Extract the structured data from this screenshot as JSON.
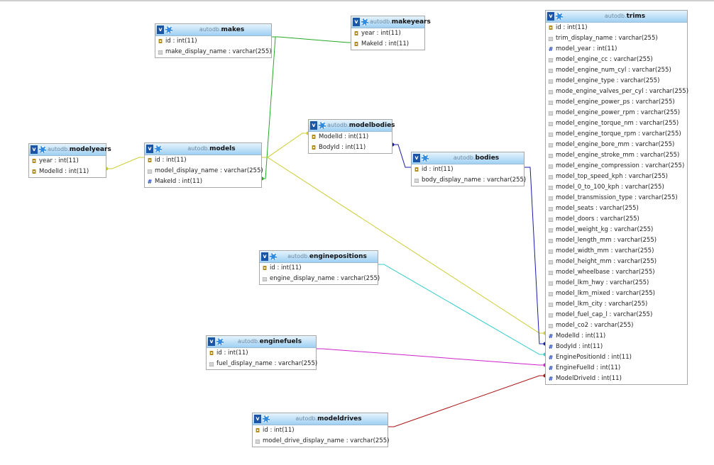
{
  "database": "autodb",
  "icons": {
    "toggle": "v",
    "gear": "gear-icon",
    "primary": "key-icon",
    "column": "column-icon",
    "foreign": "hash-icon"
  },
  "tables": {
    "makes": {
      "name": "makes",
      "rows": [
        {
          "text": "id : int(11)",
          "kind": "key"
        },
        {
          "text": "make_display_name : varchar(255)",
          "kind": "col"
        }
      ]
    },
    "makeyears": {
      "name": "makeyears",
      "rows": [
        {
          "text": "year : int(11)",
          "kind": "key"
        },
        {
          "text": "MakeId : int(11)",
          "kind": "key"
        }
      ]
    },
    "modelyears": {
      "name": "modelyears",
      "rows": [
        {
          "text": "year : int(11)",
          "kind": "key"
        },
        {
          "text": "ModelId : int(11)",
          "kind": "key"
        }
      ]
    },
    "models": {
      "name": "models",
      "rows": [
        {
          "text": "id : int(11)",
          "kind": "key"
        },
        {
          "text": "model_display_name : varchar(255)",
          "kind": "col"
        },
        {
          "text": "MakeId : int(11)",
          "kind": "fk"
        }
      ]
    },
    "modelbodies": {
      "name": "modelbodies",
      "rows": [
        {
          "text": "ModelId : int(11)",
          "kind": "key"
        },
        {
          "text": "BodyId : int(11)",
          "kind": "key"
        }
      ]
    },
    "bodies": {
      "name": "bodies",
      "rows": [
        {
          "text": "id : int(11)",
          "kind": "key"
        },
        {
          "text": "body_display_name : varchar(255)",
          "kind": "col"
        }
      ]
    },
    "enginepositions": {
      "name": "enginepositions",
      "rows": [
        {
          "text": "id : int(11)",
          "kind": "key"
        },
        {
          "text": "engine_display_name : varchar(255)",
          "kind": "col"
        }
      ]
    },
    "enginefuels": {
      "name": "enginefuels",
      "rows": [
        {
          "text": "id : int(11)",
          "kind": "key"
        },
        {
          "text": "fuel_display_name : varchar(255)",
          "kind": "col"
        }
      ]
    },
    "modeldrives": {
      "name": "modeldrives",
      "rows": [
        {
          "text": "id : int(11)",
          "kind": "key"
        },
        {
          "text": "model_drive_display_name : varchar(255)",
          "kind": "col"
        }
      ]
    },
    "trims": {
      "name": "trims",
      "rows": [
        {
          "text": "id : int(11)",
          "kind": "key"
        },
        {
          "text": "trim_display_name : varchar(255)",
          "kind": "col"
        },
        {
          "text": "model_year : int(11)",
          "kind": "fk"
        },
        {
          "text": "model_engine_cc : varchar(255)",
          "kind": "col"
        },
        {
          "text": "model_engine_num_cyl : varchar(255)",
          "kind": "col"
        },
        {
          "text": "model_engine_type : varchar(255)",
          "kind": "col"
        },
        {
          "text": "mode_engine_valves_per_cyl : varchar(255)",
          "kind": "col"
        },
        {
          "text": "model_engine_power_ps : varchar(255)",
          "kind": "col"
        },
        {
          "text": "model_engine_power_rpm : varchar(255)",
          "kind": "col"
        },
        {
          "text": "model_engine_torque_nm : varchar(255)",
          "kind": "col"
        },
        {
          "text": "model_engine_torque_rpm : varchar(255)",
          "kind": "col"
        },
        {
          "text": "model_engine_bore_mm : varchar(255)",
          "kind": "col"
        },
        {
          "text": "model_engine_stroke_mm : varchar(255)",
          "kind": "col"
        },
        {
          "text": "model_engine_compression : varchar(255)",
          "kind": "col"
        },
        {
          "text": "model_top_speed_kph : varchar(255)",
          "kind": "col"
        },
        {
          "text": "model_0_to_100_kph : varchar(255)",
          "kind": "col"
        },
        {
          "text": "model_transmission_type : varchar(255)",
          "kind": "col"
        },
        {
          "text": "model_seats : varchar(255)",
          "kind": "col"
        },
        {
          "text": "model_doors : varchar(255)",
          "kind": "col"
        },
        {
          "text": "model_weight_kg : varchar(255)",
          "kind": "col"
        },
        {
          "text": "model_length_mm : varchar(255)",
          "kind": "col"
        },
        {
          "text": "model_width_mm : varchar(255)",
          "kind": "col"
        },
        {
          "text": "model_height_mm : varchar(255)",
          "kind": "col"
        },
        {
          "text": "model_wheelbase : varchar(255)",
          "kind": "col"
        },
        {
          "text": "model_lkm_hwy : varchar(255)",
          "kind": "col"
        },
        {
          "text": "model_lkm_mixed : varchar(255)",
          "kind": "col"
        },
        {
          "text": "model_lkm_city : varchar(255)",
          "kind": "col"
        },
        {
          "text": "model_fuel_cap_l : varchar(255)",
          "kind": "col"
        },
        {
          "text": "model_co2 : varchar(255)",
          "kind": "col"
        },
        {
          "text": "ModelId : int(11)",
          "kind": "fk"
        },
        {
          "text": "BodyId : int(11)",
          "kind": "fk"
        },
        {
          "text": "EnginePositionId : int(11)",
          "kind": "fk"
        },
        {
          "text": "EngineFuelId : int(11)",
          "kind": "fk"
        },
        {
          "text": "ModelDriveId : int(11)",
          "kind": "fk"
        }
      ]
    }
  },
  "relation_colors": {
    "makes_makeyears": "#22aa22",
    "makes_models": "#22aa22",
    "models_modelyears": "#cccc33",
    "models_modelbodies": "#cccc33",
    "models_trims": "#cccc33",
    "bodies_modelbodies": "#1a1aaa",
    "bodies_trims": "#1a1aaa",
    "enginepositions_trims": "#33cccc",
    "enginefuels_trims": "#cc22cc",
    "modeldrives_trims": "#aa1111"
  }
}
